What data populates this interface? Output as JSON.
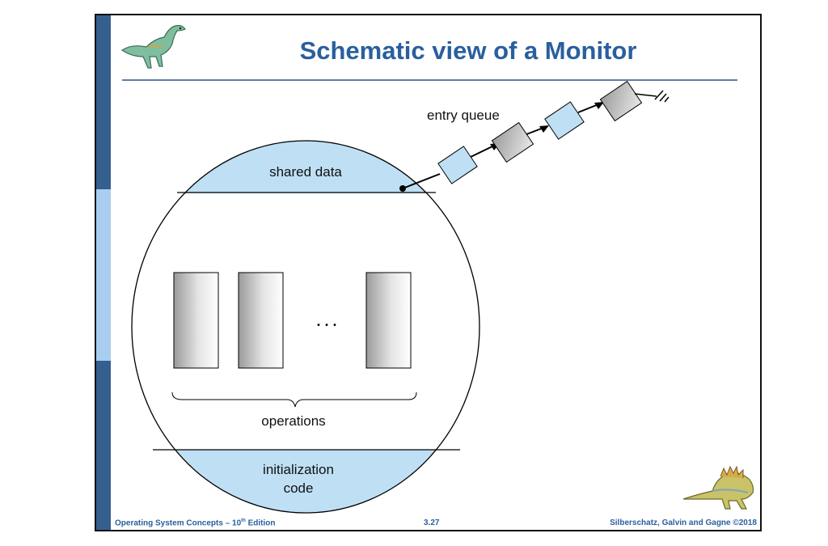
{
  "slide": {
    "title": "Schematic view of a Monitor",
    "footer": {
      "book": "Operating System Concepts – 10",
      "book_sup": "th",
      "book_suffix": " Edition",
      "page": "3.27",
      "copyright": "Silberschatz, Galvin and Gagne ©2018"
    }
  },
  "diagram": {
    "shared_data_label": "shared data",
    "entry_queue_label": "entry queue",
    "ellipsis": ". . .",
    "operations_label": "operations",
    "init_label_line1": "initialization",
    "init_label_line2": "code",
    "queue_items": [
      "blue",
      "gray",
      "blue",
      "gray"
    ],
    "operation_boxes_shown": 3
  },
  "colors": {
    "accent_blue": "#2a5f9e",
    "sidebar_dark": "#355f8f",
    "sidebar_light": "#a8cdee",
    "region_fill": "#bfe0f4",
    "queue_blue": "#bfe0f4",
    "queue_gray": "#c8c8c8"
  }
}
